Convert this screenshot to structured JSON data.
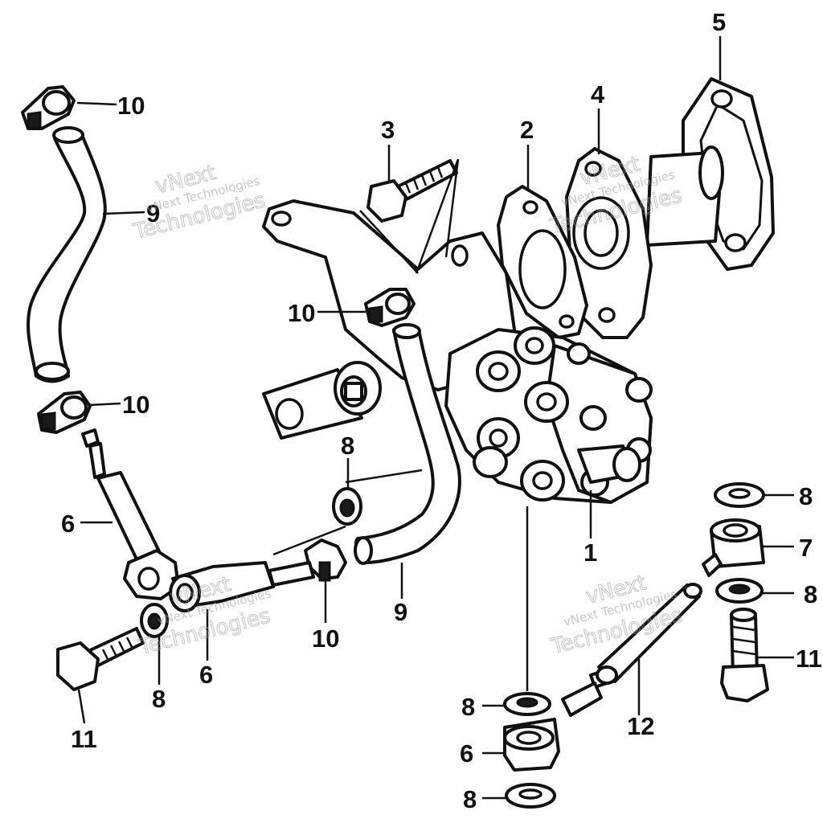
{
  "callouts": {
    "c1": "1",
    "c2": "2",
    "c3": "3",
    "c4": "4",
    "c5": "5",
    "c6a": "6",
    "c6b": "6",
    "c6c": "6",
    "c7": "7",
    "c8a": "8",
    "c8b": "8",
    "c8c": "8",
    "c8d": "8",
    "c8e": "8",
    "c8f": "8",
    "c9a": "9",
    "c9b": "9",
    "c10a": "10",
    "c10b": "10",
    "c10c": "10",
    "c10d": "10",
    "c11a": "11",
    "c11b": "11",
    "c12": "12"
  },
  "watermark": {
    "small": "vNext Technologies",
    "big_top": "vNext",
    "big_bottom": "Technologies"
  }
}
